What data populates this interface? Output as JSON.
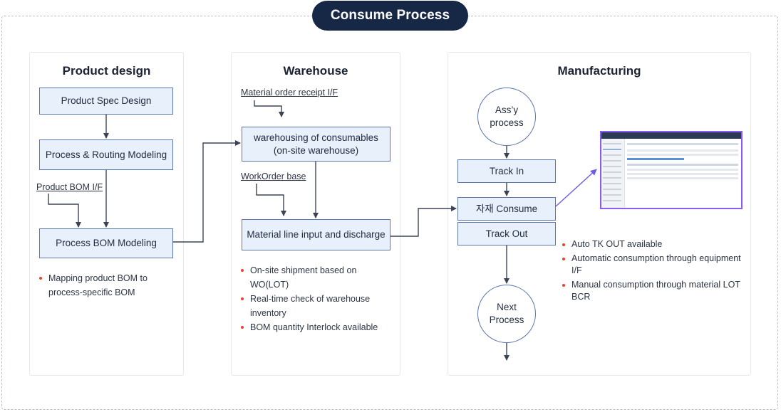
{
  "header": {
    "title": "Consume Process"
  },
  "product_design": {
    "title": "Product design",
    "spec_design": "Product Spec Design",
    "routing_modeling": "Process & Routing Modeling",
    "bom_if": "Product BOM I/F",
    "process_bom": "Process BOM Modeling",
    "bullets": [
      "Mapping product BOM to process-specific BOM"
    ]
  },
  "warehouse": {
    "title": "Warehouse",
    "order_receipt_if": "Material order receipt I/F",
    "warehousing_line1": "warehousing of consumables",
    "warehousing_line2": "(on-site warehouse)",
    "workorder_base": "WorkOrder base",
    "line_input": "Material line input and discharge",
    "bullets": [
      "On-site shipment based on WO(LOT)",
      "Real-time check of warehouse inventory",
      "BOM quantity Interlock available"
    ]
  },
  "manufacturing": {
    "title": "Manufacturing",
    "assy_line1": "Ass’y",
    "assy_line2": "process",
    "track_in": "Track In",
    "consume": "자재 Consume",
    "track_out": "Track Out",
    "next_line1": "Next",
    "next_line2": "Process",
    "bullets": [
      "Auto TK OUT available",
      "Automatic consumption through equipment I/F",
      "Manual consumption through material LOT BCR"
    ]
  },
  "colors": {
    "pill": "#162846",
    "box_fill": "#e8f0fc",
    "box_border": "#5b76a8",
    "arrow": "#3b4456",
    "bullet_dot": "#e8422e",
    "highlight": "#8b5cf0"
  }
}
